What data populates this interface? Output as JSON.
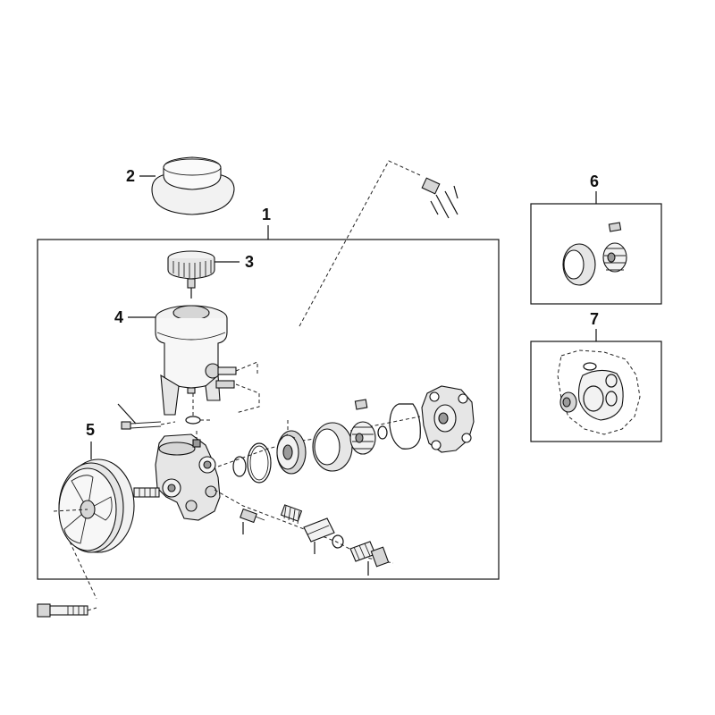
{
  "callouts": {
    "main_assembly": "1",
    "reservoir_cap": "2",
    "filler_cap": "3",
    "reservoir": "4",
    "pulley": "5",
    "seal_kit_rotor": "6",
    "gasket_kit": "7"
  },
  "colors": {
    "line": "#111111",
    "part_fill_light": "#f2f2f2",
    "part_fill_mid": "#d6d6d6",
    "part_fill_dark": "#9a9a9a",
    "background": "#ffffff"
  }
}
